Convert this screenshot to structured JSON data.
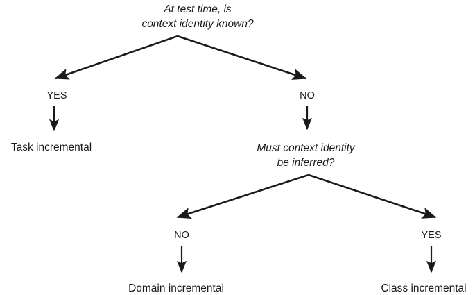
{
  "diagram": {
    "title_node": {
      "id": "root-question",
      "lines": [
        "At test time, is",
        "context identity known?"
      ],
      "style": "italic"
    },
    "nodes": [
      {
        "id": "root-question",
        "kind": "question",
        "lines": [
          "At test time, is",
          "context identity known?"
        ]
      },
      {
        "id": "task-incremental",
        "kind": "outcome",
        "lines": [
          "Task incremental"
        ]
      },
      {
        "id": "inferred-question",
        "kind": "question",
        "lines": [
          "Must context identity",
          "be inferred?"
        ]
      },
      {
        "id": "domain-incremental",
        "kind": "outcome",
        "lines": [
          "Domain incremental"
        ]
      },
      {
        "id": "class-incremental",
        "kind": "outcome",
        "lines": [
          "Class incremental"
        ]
      }
    ],
    "edge_labels": {
      "root_yes": "YES",
      "root_no": "NO",
      "inferred_no": "NO",
      "inferred_yes": "YES"
    },
    "colors": {
      "ink": "#1a1a1a",
      "background": "#ffffff"
    }
  }
}
